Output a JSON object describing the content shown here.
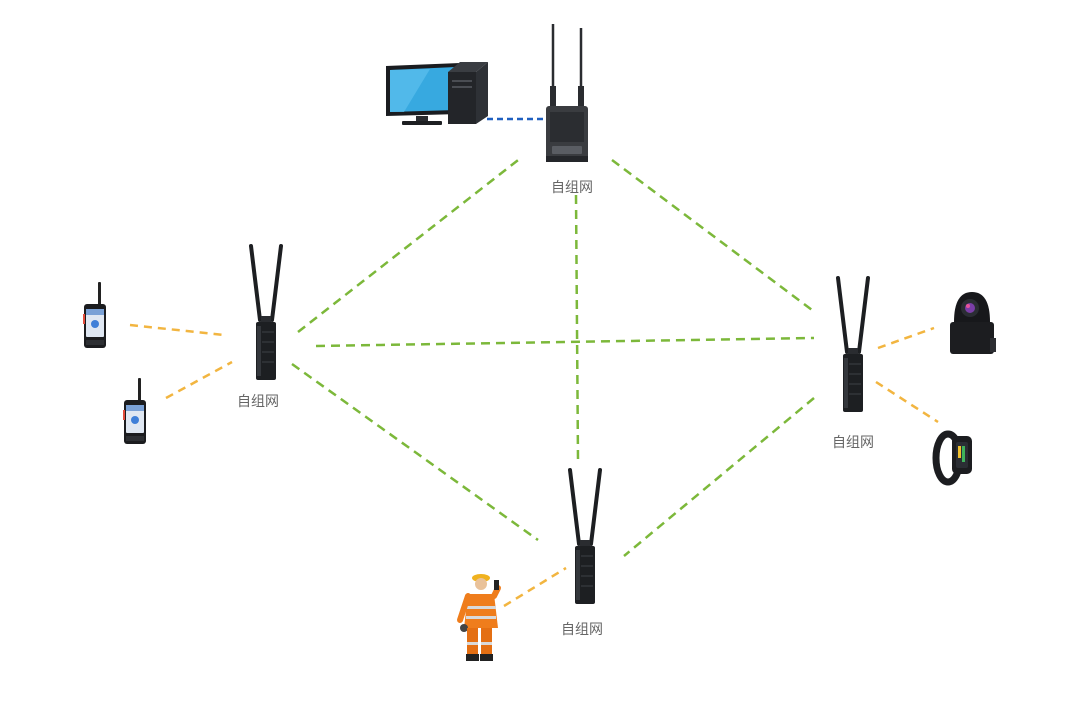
{
  "labels": {
    "top_node": "自组网",
    "left_node": "自组网",
    "right_node": "自组网",
    "bottom_node": "自组网"
  },
  "icons": {
    "desktop": "desktop-computer-icon",
    "base_station": "base-station-icon",
    "manpack_radio": "manpack-radio-icon",
    "handheld_radio": "handheld-radio-icon",
    "ptz_camera": "ptz-camera-icon",
    "smart_band": "smart-band-icon",
    "firefighter": "firefighter-icon"
  },
  "colors": {
    "mesh_link": "#7cb83a",
    "access_link": "#f2b540",
    "wired_link": "#1f5fbf",
    "device_body": "#1d1f22",
    "label_text": "#666666"
  }
}
